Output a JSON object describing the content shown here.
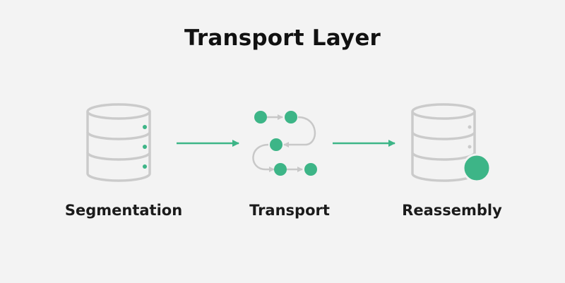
{
  "title": "Transport Layer",
  "stages": [
    {
      "label": "Segmentation",
      "icon": "database-icon"
    },
    {
      "label": "Transport",
      "icon": "packet-flow-icon"
    },
    {
      "label": "Reassembly",
      "icon": "database-icon"
    }
  ],
  "colors": {
    "background": "#f3f3f3",
    "accent": "#3db587",
    "icon_gray": "#cbcbcb",
    "text": "#111111"
  }
}
